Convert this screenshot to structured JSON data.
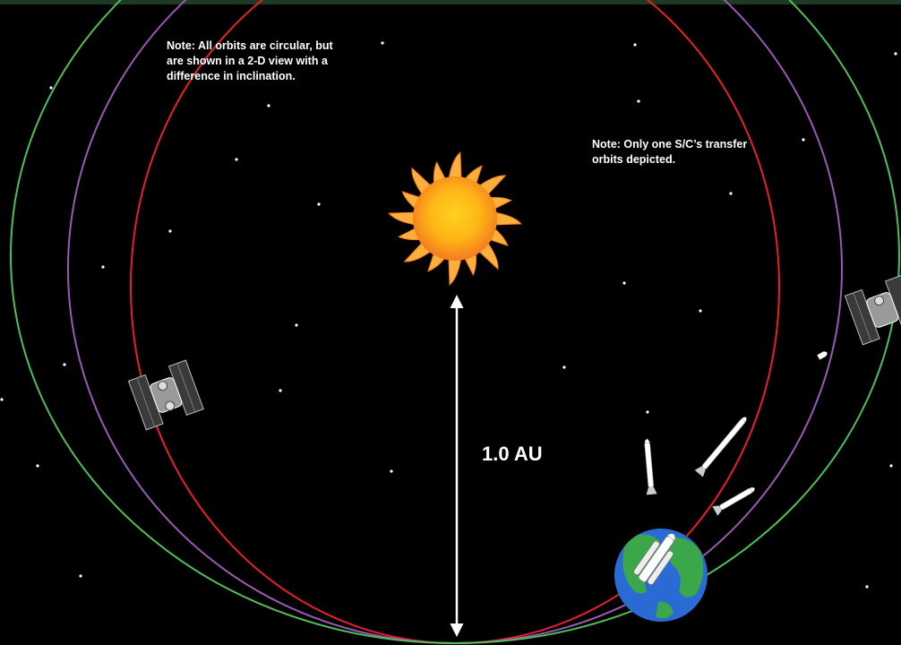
{
  "notes": {
    "left": "Note: All orbits are circular, but\nare shown in a 2-D view with a\ndifference in inclination.",
    "right": "Note: Only one S/C’s transfer\norbits depicted."
  },
  "distance_label": "1.0 AU",
  "colors": {
    "background": "#000000",
    "orbit_red": "#e8202a",
    "orbit_purple": "#9a59b5",
    "orbit_green": "#4fbf5a",
    "sun_core": "#f7941d",
    "sun_rays": "#fbb03b",
    "earth_ocean": "#2a6ad4",
    "earth_land": "#3aa84a"
  },
  "icons": [
    "sun-icon",
    "earth-icon",
    "satellite-icon",
    "rocket-icon",
    "arrow-icon",
    "star-icon"
  ]
}
